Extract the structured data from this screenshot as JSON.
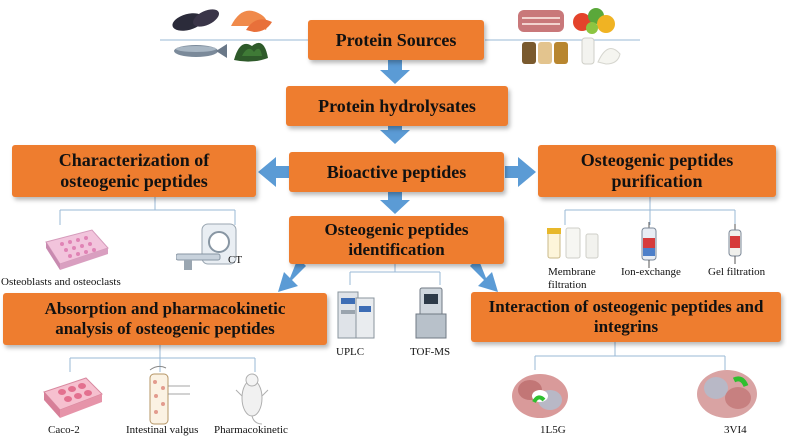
{
  "nodes": {
    "protein_sources": "Protein Sources",
    "protein_hydrolysates": "Protein hydrolysates",
    "bioactive_peptides": "Bioactive peptides",
    "characterization": "Characterization of osteogenic peptides",
    "purification": "Osteogenic peptides purification",
    "identification": "Osteogenic peptides identification",
    "absorption": "Absorption and pharmacokinetic analysis of osteogenic peptides",
    "interaction": "Interaction of osteogenic peptides and integrins"
  },
  "labels": {
    "osteoblasts": "Osteoblasts and osteoclasts",
    "ct": "CT",
    "membrane": "Membrane filtration",
    "ion_exchange": "Ion-exchange",
    "gel_filtration": "Gel filtration",
    "uplc": "UPLC",
    "tof_ms": "TOF-MS",
    "caco2": "Caco-2",
    "intestinal": "Intestinal valgus",
    "pharmacokinetic": "Pharmacokinetic",
    "p1l5g": "1L5G",
    "p3vi4": "3VI4"
  },
  "colors": {
    "box": "#ee7d2f",
    "arrow": "#5b9bd5",
    "connector": "#9ab8d6"
  },
  "icons": [
    "mussel-icon",
    "shrimp-icon",
    "fish-icon",
    "seaweed-icon",
    "meat-icon",
    "vegetables-icon",
    "beans-icon",
    "milk-icon",
    "well-plate-icon",
    "ct-scanner-icon",
    "vial-icon",
    "column-icon",
    "uplc-icon",
    "tof-ms-icon",
    "caco2-plate-icon",
    "intestine-icon",
    "mouse-icon",
    "protein-structure-icon"
  ]
}
